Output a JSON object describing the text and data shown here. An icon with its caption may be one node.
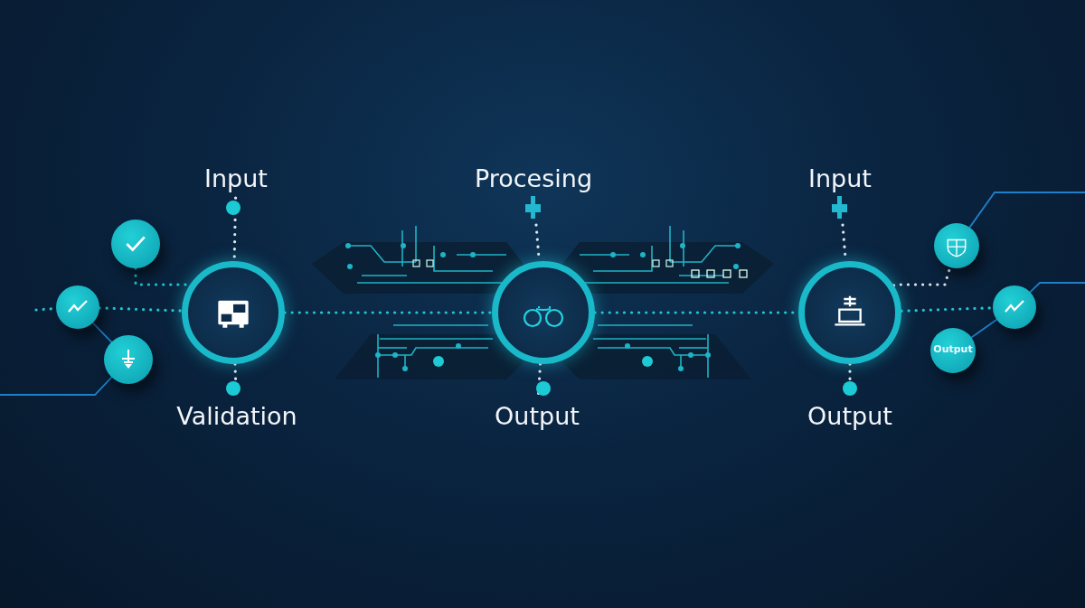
{
  "diagram": {
    "nodes": [
      {
        "text": [
          "Input"
        ]
      },
      {
        "text": [
          "Procesing"
        ]
      },
      {
        "text": [
          "Input"
        ]
      },
      {
        "text": [],
        "shape": "circle"
      },
      {
        "text": [],
        "shape": "circle"
      },
      {
        "text": [],
        "shape": "circle"
      },
      {
        "text": [],
        "shape": "circle"
      },
      {
        "text": [],
        "shape": "circle"
      },
      {
        "text": [],
        "shape": "circle"
      },
      {
        "text": [],
        "shape": "circle"
      },
      {
        "text": [],
        "shape": "circle"
      },
      {
        "text": [
          "Output"
        ]
      },
      {
        "text": [
          "Validation"
        ]
      },
      {
        "text": [
          "Output"
        ]
      },
      {
        "text": [
          "Output"
        ]
      }
    ],
    "edges": [
      {
        "from": null,
        "to": 4,
        "arrow": "none",
        "style": "dashed",
        "color": "#22c4d4"
      },
      {
        "from": 4,
        "to": 6,
        "arrow": "none",
        "style": "dashed",
        "color": "#22c4d4"
      },
      {
        "from": 3,
        "to": 6,
        "arrow": "none",
        "style": "dashed",
        "color": "#22c4d4"
      },
      {
        "from": 4,
        "to": 5,
        "arrow": "none",
        "color": "#1f7fc9"
      },
      {
        "from": 5,
        "to": null,
        "arrow": "none",
        "color": "#1f7fc9"
      },
      {
        "from": 0,
        "to": 6,
        "arrow": "none",
        "style": "dashed",
        "color": "#dfe8ee"
      },
      {
        "from": 6,
        "to": 12,
        "arrow": "none",
        "style": "dashed",
        "color": "#dfe8ee"
      },
      {
        "from": 6,
        "to": 7,
        "arrow": "none",
        "style": "dashed",
        "color": "#22c4d4"
      },
      {
        "from": 1,
        "to": 7,
        "arrow": "none",
        "style": "dashed",
        "color": "#dfe8ee"
      },
      {
        "from": 7,
        "to": 13,
        "arrow": "none",
        "style": "dashed",
        "color": "#dfe8ee"
      },
      {
        "from": 7,
        "to": 8,
        "arrow": "none",
        "style": "dashed",
        "color": "#22c4d4"
      },
      {
        "from": 2,
        "to": 8,
        "arrow": "none",
        "style": "dashed",
        "color": "#dfe8ee"
      },
      {
        "from": 8,
        "to": 14,
        "arrow": "none",
        "style": "dashed",
        "color": "#dfe8ee"
      },
      {
        "from": 8,
        "to": 10,
        "arrow": "none",
        "style": "dashed",
        "color": "#22c4d4"
      },
      {
        "from": 8,
        "to": 9,
        "arrow": "none",
        "style": "dashed",
        "color": "#dfe8ee"
      },
      {
        "from": 9,
        "to": null,
        "arrow": "none",
        "color": "#1f7fc9"
      },
      {
        "from": 10,
        "to": null,
        "arrow": "none",
        "color": "#1f7fc9"
      },
      {
        "from": 10,
        "to": 11,
        "arrow": "none",
        "color": "#1f7fc9"
      }
    ]
  }
}
